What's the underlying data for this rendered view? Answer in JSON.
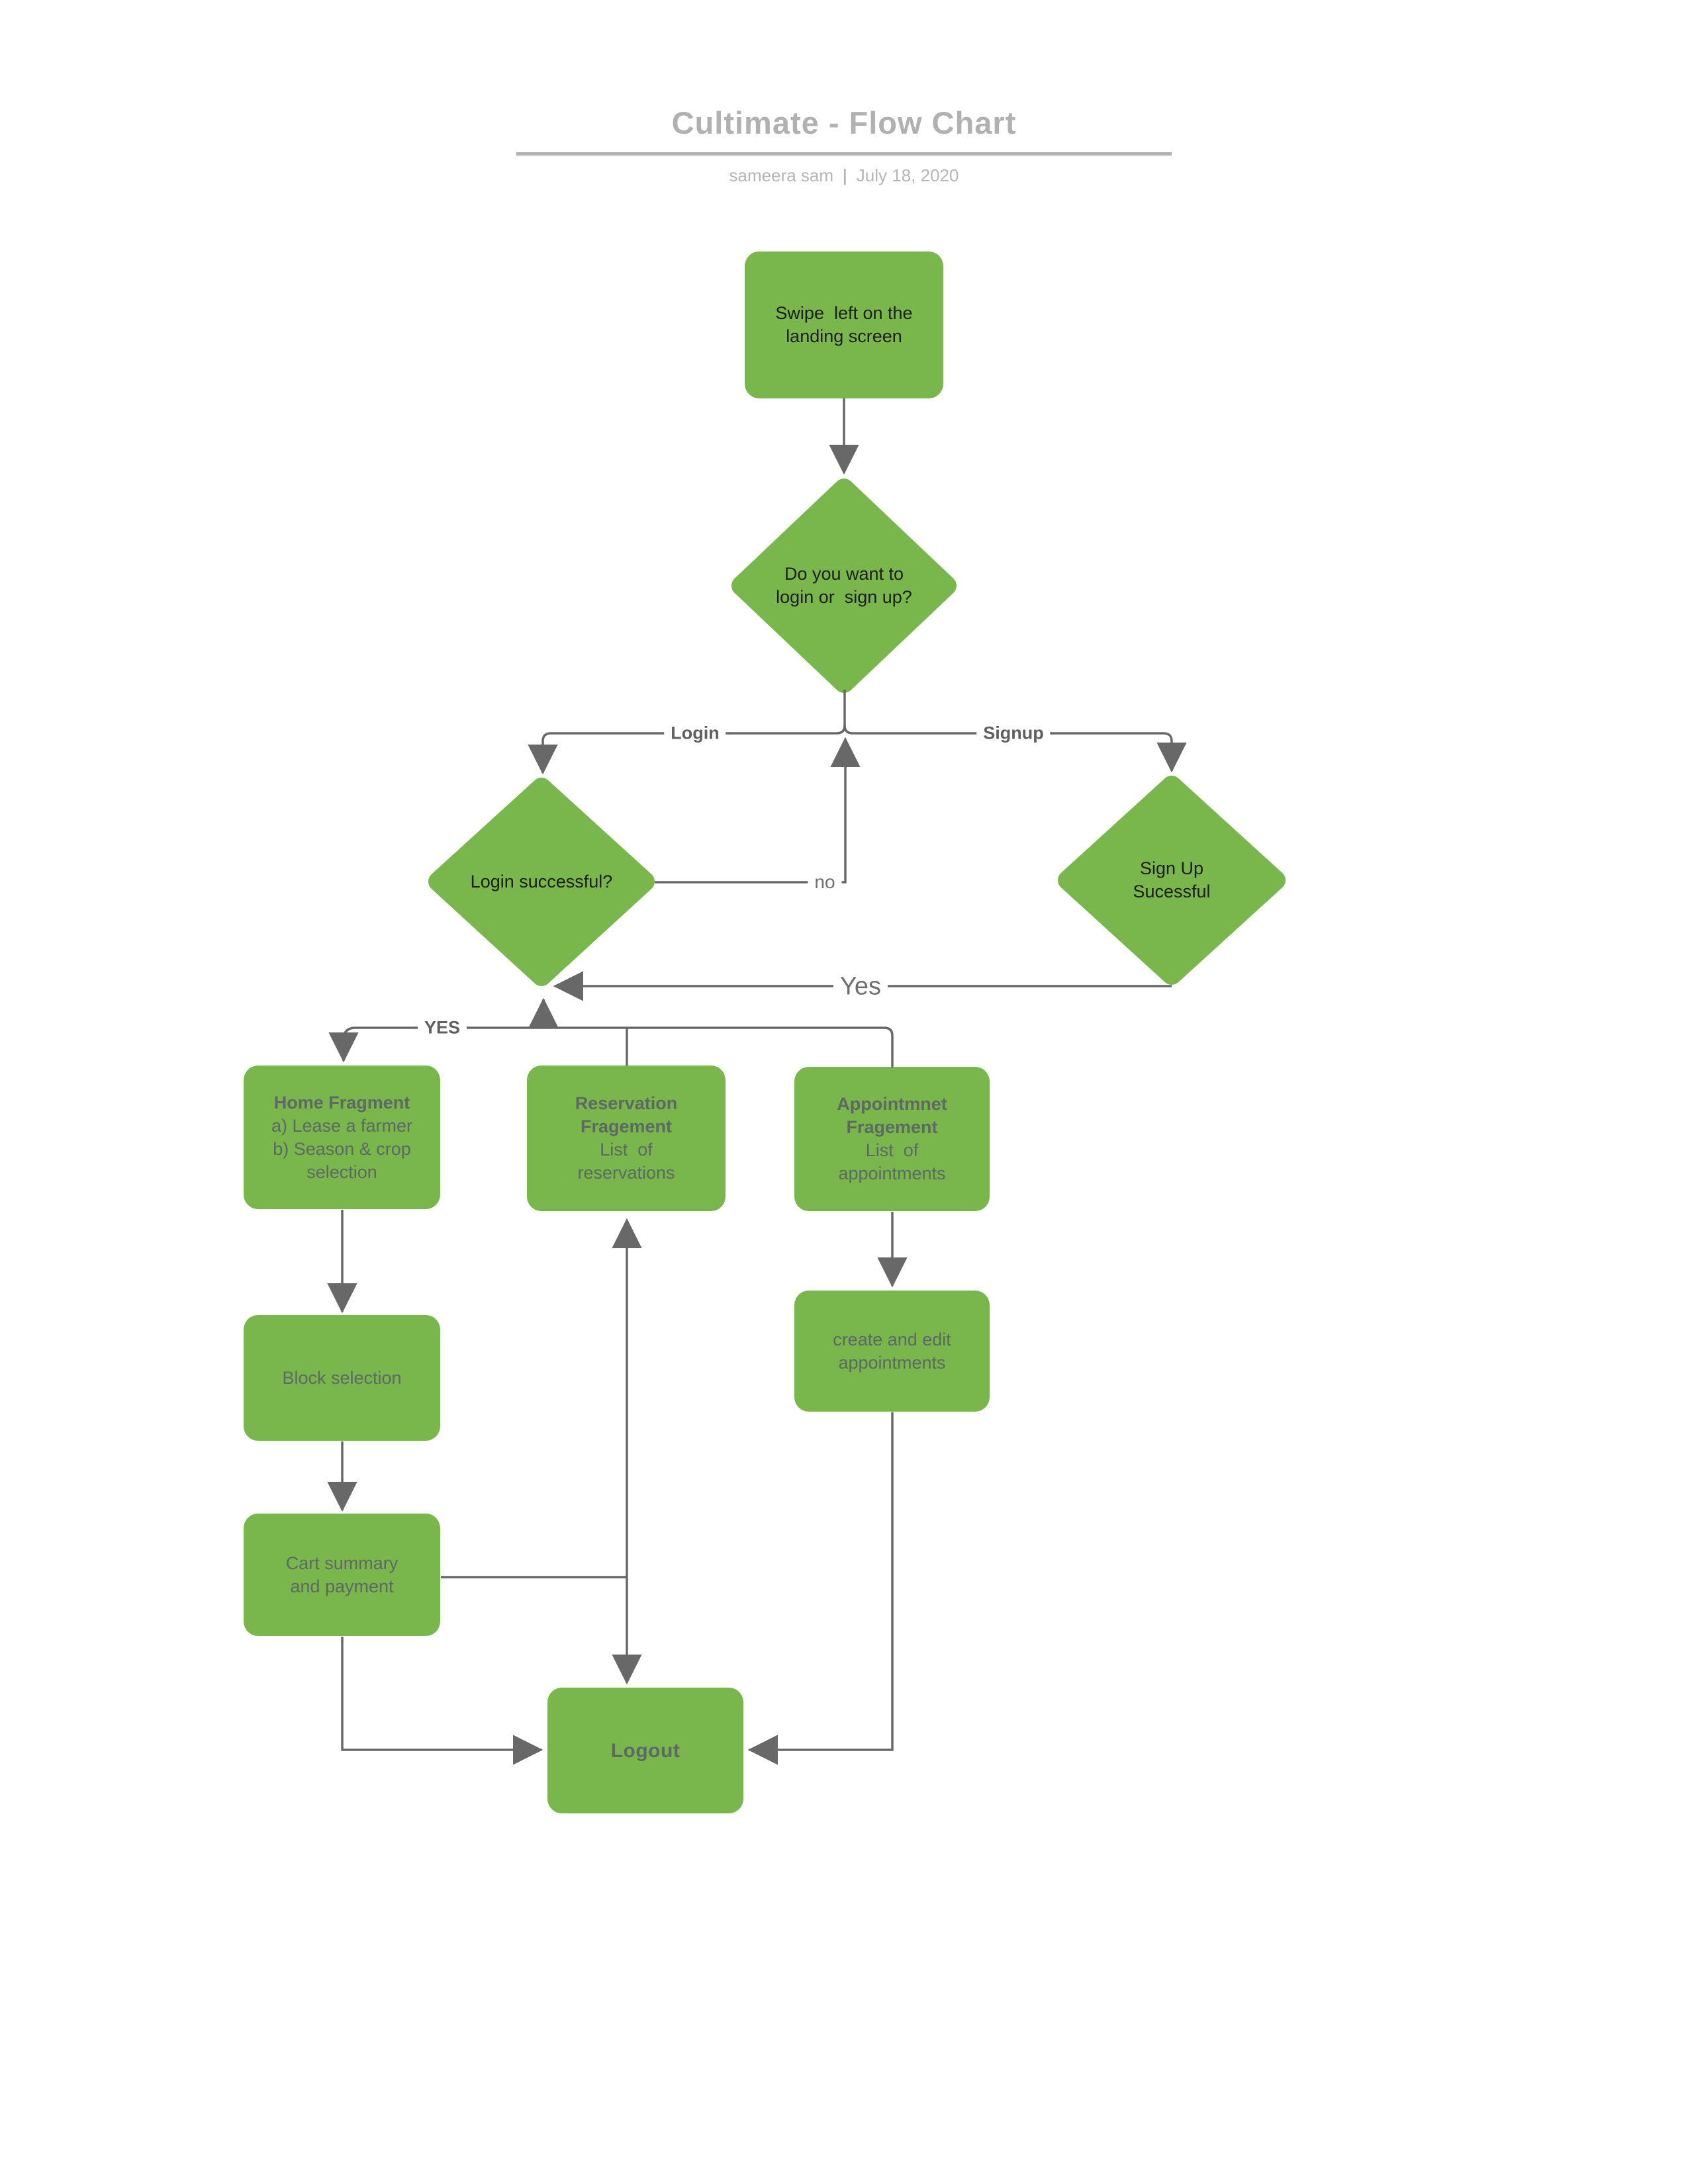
{
  "header": {
    "title": "Cultimate - Flow Chart",
    "author": "sameera sam",
    "separator": "|",
    "date": "July 18, 2020"
  },
  "nodes": {
    "swipe": {
      "line1": "Swipe  left on the",
      "line2": "landing screen"
    },
    "decision_login_signup": {
      "line1": "Do you want to",
      "line2": "login or  sign up?"
    },
    "decision_login_success": {
      "line1": "Login successful?"
    },
    "decision_signup_success": {
      "line1": "Sign Up",
      "line2": "Sucessful"
    },
    "home": {
      "title": "Home Fragment",
      "line1": "a) Lease a farmer",
      "line2": "b) Season & crop",
      "line3": "selection"
    },
    "reservation": {
      "title1": "Reservation",
      "title2": "Fragement",
      "line1": "List  of",
      "line2": "reservations"
    },
    "appointment": {
      "title1": "Appointmnet",
      "title2": "Fragement",
      "line1": "List  of",
      "line2": "appointments"
    },
    "block": {
      "line1": "Block selection"
    },
    "create_edit": {
      "line1": "create and edit",
      "line2": "appointments"
    },
    "cart": {
      "line1": "Cart summary",
      "line2": "and payment"
    },
    "logout": {
      "title": "Logout"
    }
  },
  "edge_labels": {
    "login": "Login",
    "signup": "Signup",
    "no": "no",
    "yes": "Yes",
    "yes_caps": "YES"
  },
  "colors": {
    "node_green": "#79b64c",
    "connector_gray": "#686868",
    "dark_node_text": "#1d1d1d",
    "gray_node_text": "#5d6964",
    "title_gray": "#b1b1b1",
    "rule_gray": "#b0b0b0"
  }
}
